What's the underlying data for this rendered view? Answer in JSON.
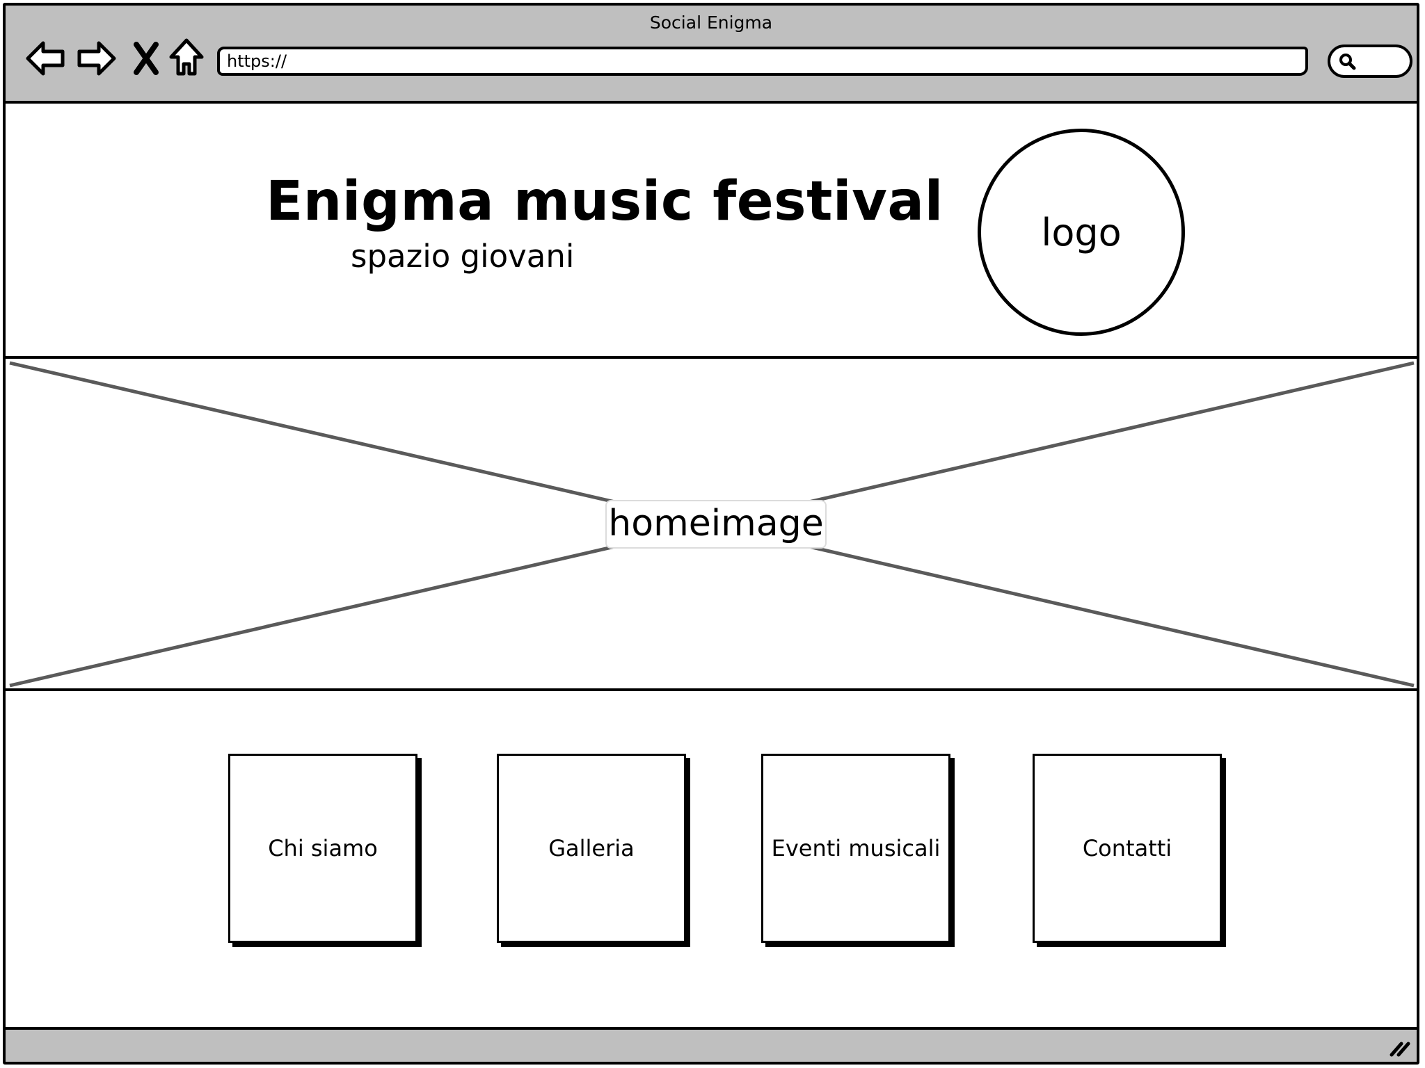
{
  "window": {
    "title": "Social Enigma"
  },
  "toolbar": {
    "icons": [
      "back-arrow-icon",
      "forward-arrow-icon",
      "close-icon",
      "home-icon",
      "search-icon"
    ],
    "url": "https://"
  },
  "header": {
    "title": "Enigma music festival",
    "subtitle": "spazio giovani",
    "logo_label": "logo"
  },
  "hero": {
    "image_label": "homeimage"
  },
  "menu": {
    "items": [
      {
        "label": "Chi siamo"
      },
      {
        "label": "Galleria"
      },
      {
        "label": "Eventi musicali"
      },
      {
        "label": "Contatti"
      }
    ]
  },
  "colors": {
    "chrome": "#bfbfbf",
    "border": "#000000",
    "placeholder_lines": "#5a5a5a"
  }
}
